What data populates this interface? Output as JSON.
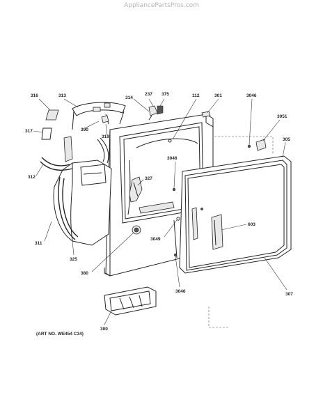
{
  "watermark": "AppliancePartsPros.com",
  "art_number": "(ART NO. WE454 C34)",
  "labels": {
    "p316": "316",
    "p313": "313",
    "p317": "317",
    "p312": "312",
    "p390": "390",
    "p319": "319",
    "p314": "314",
    "p237": "237",
    "p375": "375",
    "p112": "112",
    "p301": "301",
    "p3046_top": "3046",
    "p3051": "3051",
    "p305": "305",
    "p3046_mid": "3046",
    "p327": "327",
    "p311": "311",
    "p325": "325",
    "p380": "380",
    "p3049": "3049",
    "p603": "603",
    "p3046_bot": "3046",
    "p307": "307",
    "p300": "300"
  }
}
